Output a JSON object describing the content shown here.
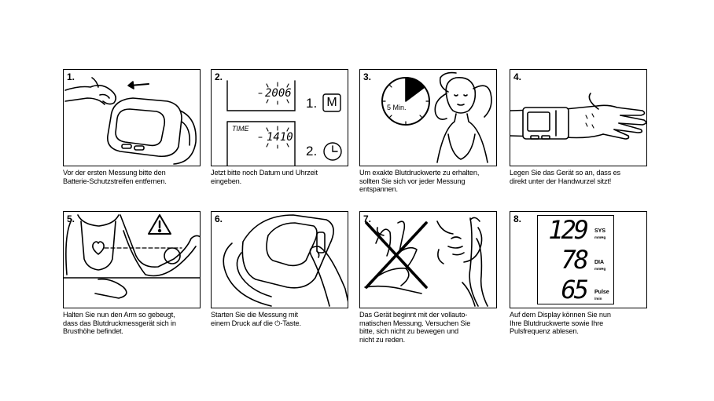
{
  "steps": [
    {
      "number": "1.",
      "caption": [
        "Vor der ersten Messung bitte den",
        "Batterie-Schutzstreifen entfernen."
      ]
    },
    {
      "number": "2.",
      "caption": [
        "Jetzt bitte noch Datum und Uhrzeit",
        "eingeben."
      ],
      "display": {
        "year": "2006",
        "time_label": "TIME",
        "time": "1410"
      },
      "keys": [
        {
          "prefix": "1.",
          "label": "M",
          "icon": "m-key-icon"
        },
        {
          "prefix": "2.",
          "label": "",
          "icon": "clock-key-icon"
        }
      ]
    },
    {
      "number": "3.",
      "caption": [
        "Um exakte Blutdruckwerte zu erhalten,",
        "sollten Sie sich vor jeder Messung",
        "entspannen."
      ],
      "timer_label": "5 Min."
    },
    {
      "number": "4.",
      "caption": [
        "Legen Sie das Gerät so an, dass es",
        "direkt unter der Handwurzel sitzt!"
      ]
    },
    {
      "number": "5.",
      "caption": [
        "Halten Sie nun den Arm so gebeugt,",
        "dass das Blutdruckmessgerät sich in",
        "Brusthöhe befindet."
      ]
    },
    {
      "number": "6.",
      "caption": [
        "Starten Sie die Messung mit",
        "einem Druck auf die ⏻-Taste."
      ]
    },
    {
      "number": "7.",
      "caption": [
        "Das Gerät beginnt mit der vollauto-",
        "matischen Messung. Versuchen Sie",
        "bitte, sich nicht zu bewegen und",
        "nicht zu reden."
      ]
    },
    {
      "number": "8.",
      "caption": [
        "Auf dem Display können Sie nun",
        "Ihre Blutdruckwerte sowie Ihre",
        "Pulsfrequenz ablesen."
      ],
      "readings": [
        {
          "value": "129",
          "label": "SYS",
          "unit": "mmHg"
        },
        {
          "value": "78",
          "label": "DIA",
          "unit": "mmHg"
        },
        {
          "value": "65",
          "label": "Pulse",
          "unit": "/min"
        }
      ]
    }
  ]
}
